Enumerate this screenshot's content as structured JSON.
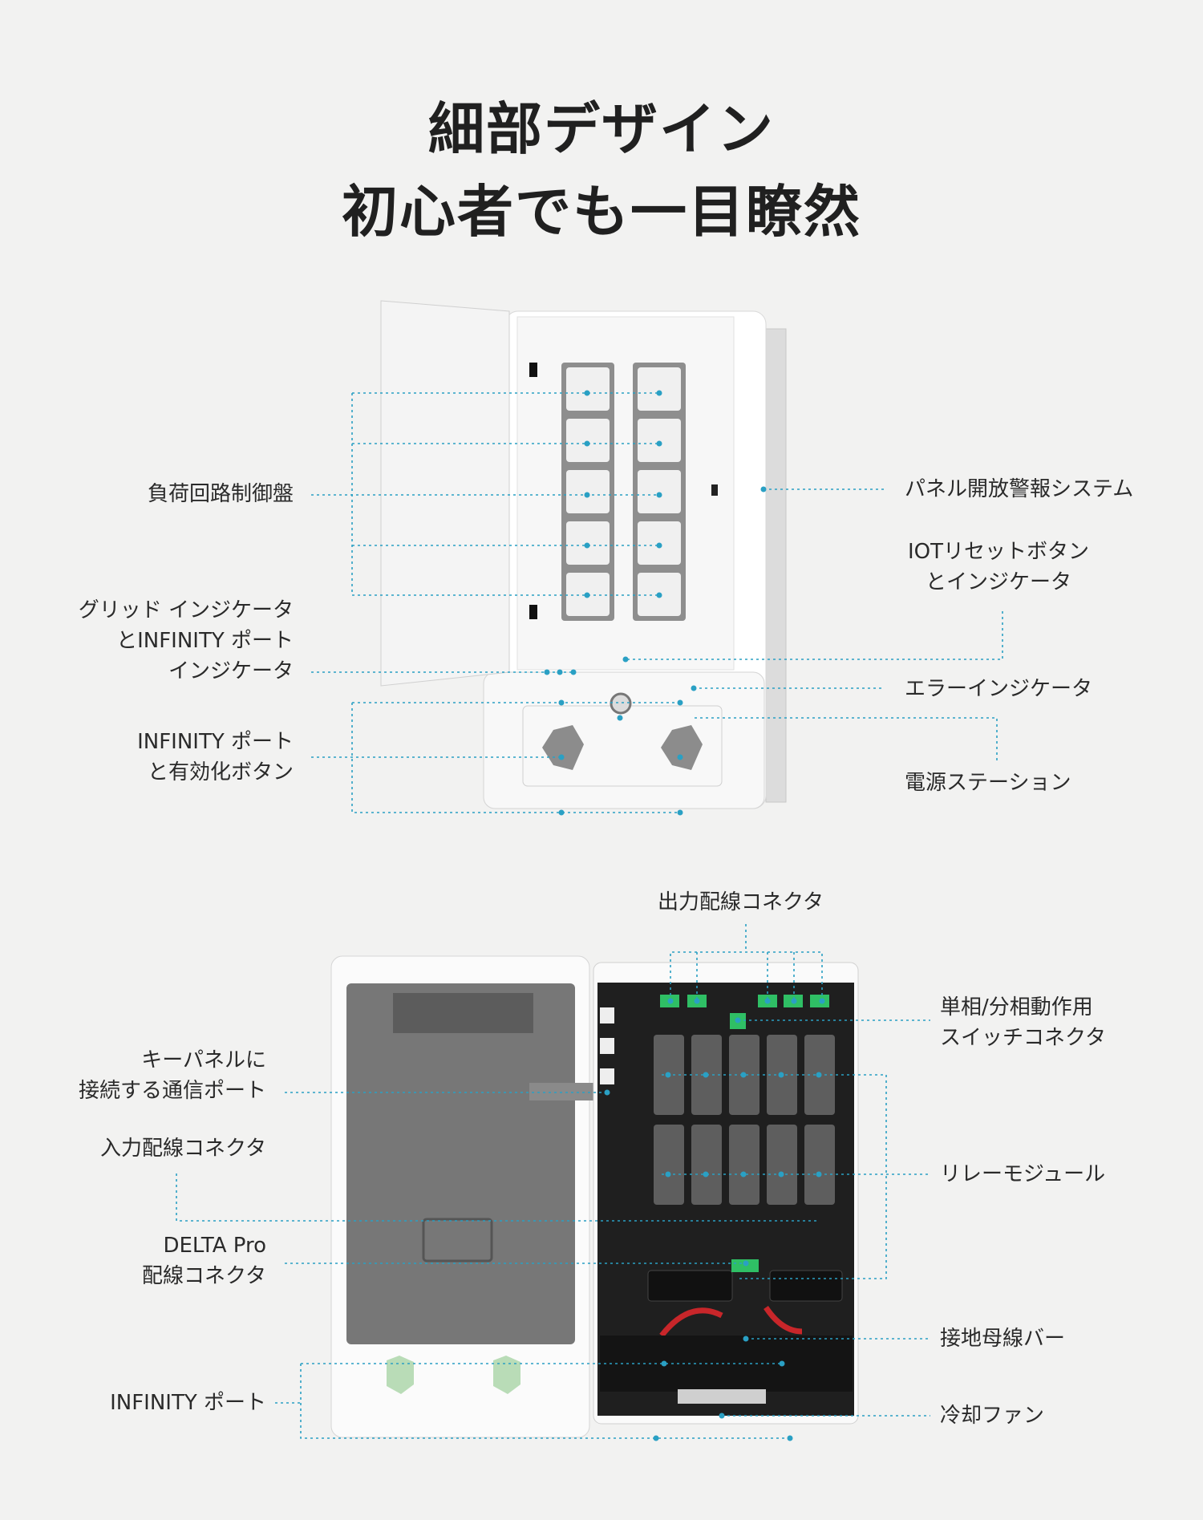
{
  "title": {
    "line1": "細部デザイン",
    "line2": "初心者でも一目瞭然"
  },
  "top_panel": {
    "labels": {
      "load_circuit": "負荷回路制御盤",
      "grid_indicator": [
        "グリッド インジケータ",
        "とINFINITY ポート",
        "インジケータ"
      ],
      "infinity_port_button": [
        "INFINITY ポート",
        "と有効化ボタン"
      ],
      "panel_alarm": "パネル開放警報システム",
      "iot_reset": [
        "IOTリセットボタン",
        "とインジケータ"
      ],
      "error_indicator": "エラーインジケータ",
      "power_station": "電源ステーション"
    }
  },
  "bottom_panel": {
    "labels": {
      "output_connector": "出力配線コネクタ",
      "phase_switch": [
        "単相/分相動作用",
        "スイッチコネクタ"
      ],
      "comm_port": [
        "キーパネルに",
        "接続する通信ポート"
      ],
      "input_connector": "入力配線コネクタ",
      "delta_pro": [
        "DELTA Pro",
        "配線コネクタ"
      ],
      "relay_module": "リレーモジュール",
      "ground_bus": "接地母線バー",
      "cooling_fan": "冷却ファン",
      "infinity_port": "INFINITY ポート"
    }
  },
  "colors": {
    "accent": "#2aa0c4",
    "background": "#f2f2f1"
  }
}
